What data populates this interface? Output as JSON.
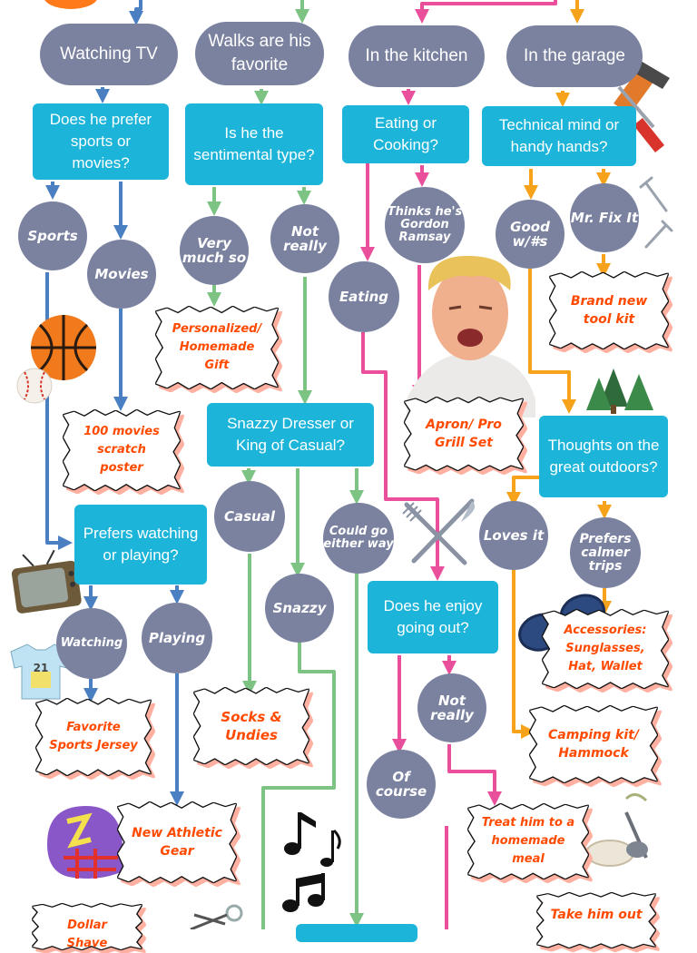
{
  "colors": {
    "blue": "#4a7fc1",
    "green": "#7dc383",
    "pink": "#e94f9a",
    "orange": "#f7a21b",
    "pill": "#7b82a0",
    "question": "#1cb4d8",
    "gift": "#ff4a00"
  },
  "pills": {
    "tv": "Watching TV",
    "walks": "Walks are his favorite",
    "kitchen": "In the kitchen",
    "garage": "In the garage"
  },
  "questions": {
    "sports_movies": "Does he prefer sports or movies?",
    "sentimental": "Is he the sentimental type?",
    "eat_cook": "Eating or Cooking?",
    "technical": "Technical mind or handy hands?",
    "snazzy": "Snazzy Dresser or King of Casual?",
    "watch_play": "Prefers watching or playing?",
    "outdoors": "Thoughts on the great outdoors?",
    "going_out": "Does he enjoy going out?"
  },
  "answers": {
    "sports": "Sports",
    "movies": "Movies",
    "very_much": "Very much so",
    "not_really_1": "Not really",
    "gordon": "Thinks he's Gordon Ramsay",
    "good_nums": "Good w/#s",
    "fix_it": "Mr. Fix It",
    "eating": "Eating",
    "casual": "Casual",
    "either": "Could go either way",
    "snazzy_ans": "Snazzy",
    "loves_it": "Loves it",
    "calmer": "Prefers calmer trips",
    "watching": "Watching",
    "playing": "Playing",
    "not_really_2": "Not really",
    "of_course": "Of course"
  },
  "gifts": {
    "personalized": "Personalized/ Homemade Gift",
    "tool_kit": "Brand new tool kit",
    "poster": "100 movies scratch poster",
    "apron": "Apron/ Pro Grill Set",
    "accessories": "Accessories: Sunglasses, Hat, Wallet",
    "socks": "Socks & Undies",
    "camping": "Camping kit/ Hammock",
    "jersey": "Favorite Sports Jersey",
    "athletic": "New Athletic Gear",
    "treat": "Treat him to a homemade meal",
    "take_out": "Take him out",
    "shave": "Dollar Shave"
  },
  "icons": [
    "basketball-icon",
    "baseball-icon",
    "television-icon",
    "jersey-icon",
    "football-helmet-icon",
    "music-notes-icon",
    "fork-knife-icon",
    "hammer-wrench-icon",
    "nails-icon",
    "pine-trees-icon",
    "sunglasses-icon",
    "chef-portrait-icon",
    "cooking-pot-icon",
    "scissors-icon"
  ],
  "jersey_number": "21"
}
